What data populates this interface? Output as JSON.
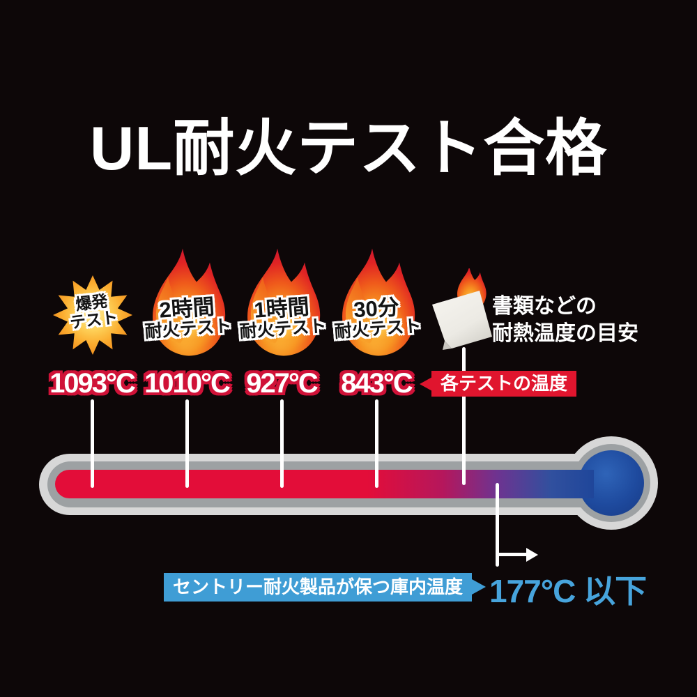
{
  "title": "UL耐火テスト合格",
  "tests": [
    {
      "name": "爆発テスト",
      "icon": "burst",
      "label_line1": "爆発",
      "label_line2": "テスト",
      "temperature": "1093°C",
      "temperature_c": 1093
    },
    {
      "name": "2時間耐火テスト",
      "icon": "flame",
      "label_line1": "2時間",
      "label_line2": "耐火テスト",
      "temperature": "1010°C",
      "temperature_c": 1010
    },
    {
      "name": "1時間耐火テスト",
      "icon": "flame",
      "label_line1": "1時間",
      "label_line2": "耐火テスト",
      "temperature": "927°C",
      "temperature_c": 927
    },
    {
      "name": "30分耐火テスト",
      "icon": "flame",
      "label_line1": "30分",
      "label_line2": "耐火テスト",
      "temperature": "843°C",
      "temperature_c": 843
    }
  ],
  "document_note": {
    "icon": "burning-paper",
    "line1": "書類などの",
    "line2": "耐熱温度の目安"
  },
  "callouts": {
    "test_temperature_label": "各テストの温度",
    "interior_temperature_label": "セントリー耐火製品が保つ庫内温度",
    "interior_temperature_value": "177°C 以下",
    "interior_temperature_c": 177
  },
  "thermometer": {
    "orientation": "horizontal",
    "hot_color": "#e30d39",
    "cold_color": "#1f469a"
  },
  "colors": {
    "background": "#0d0708",
    "accent_red": "#e0152e",
    "accent_blue": "#3f9dd5",
    "value_blue": "#47a4dc",
    "temp_outline_red": "#d01238",
    "burst_orange": "#f28c1a"
  }
}
